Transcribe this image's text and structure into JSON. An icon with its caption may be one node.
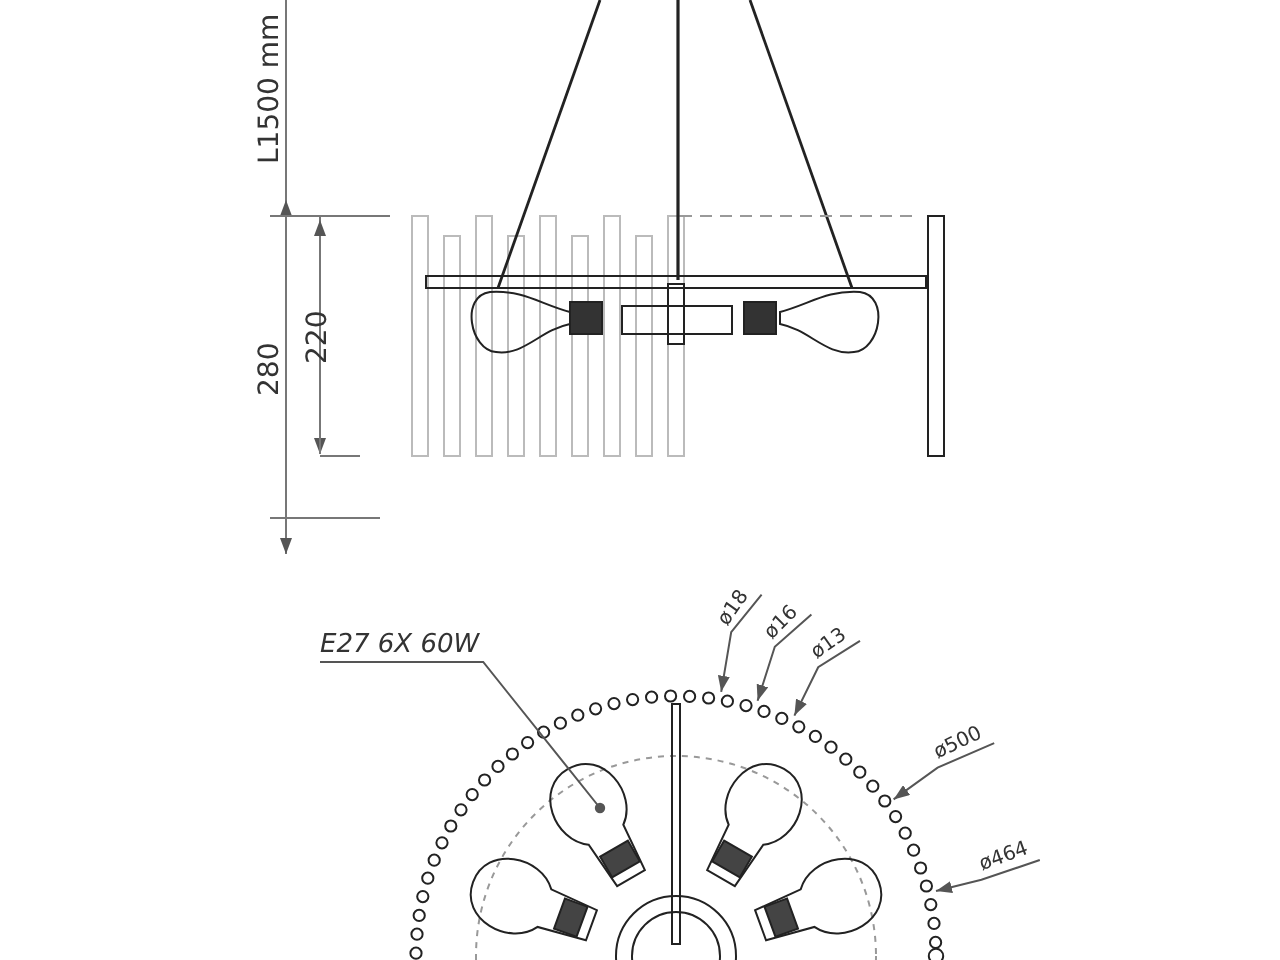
{
  "diagram": {
    "nodes": [
      {
        "text": [
          "E27 6X 60W"
        ]
      },
      {
        "text": [],
        "shape": "circle"
      },
      {
        "text": [],
        "shape": "picture",
        "in": 1
      },
      {
        "text": [
          "ø18"
        ]
      },
      {
        "text": [
          "ø16"
        ]
      },
      {
        "text": [
          "ø13"
        ]
      },
      {
        "text": [
          "ø500"
        ]
      },
      {
        "text": [
          "ø464"
        ]
      }
    ],
    "edges": [
      {
        "from": 0,
        "to": 2,
        "arrow": "other"
      },
      {
        "from": 3,
        "to": 1,
        "arrow": "to"
      },
      {
        "from": 4,
        "to": 1,
        "arrow": "to"
      },
      {
        "from": 5,
        "to": 1,
        "arrow": "to"
      },
      {
        "from": 6,
        "to": 1,
        "arrow": "to"
      },
      {
        "from": 7,
        "to": 1,
        "arrow": "to"
      }
    ],
    "labels": [
      "L1500 mm",
      "280",
      "220"
    ]
  }
}
